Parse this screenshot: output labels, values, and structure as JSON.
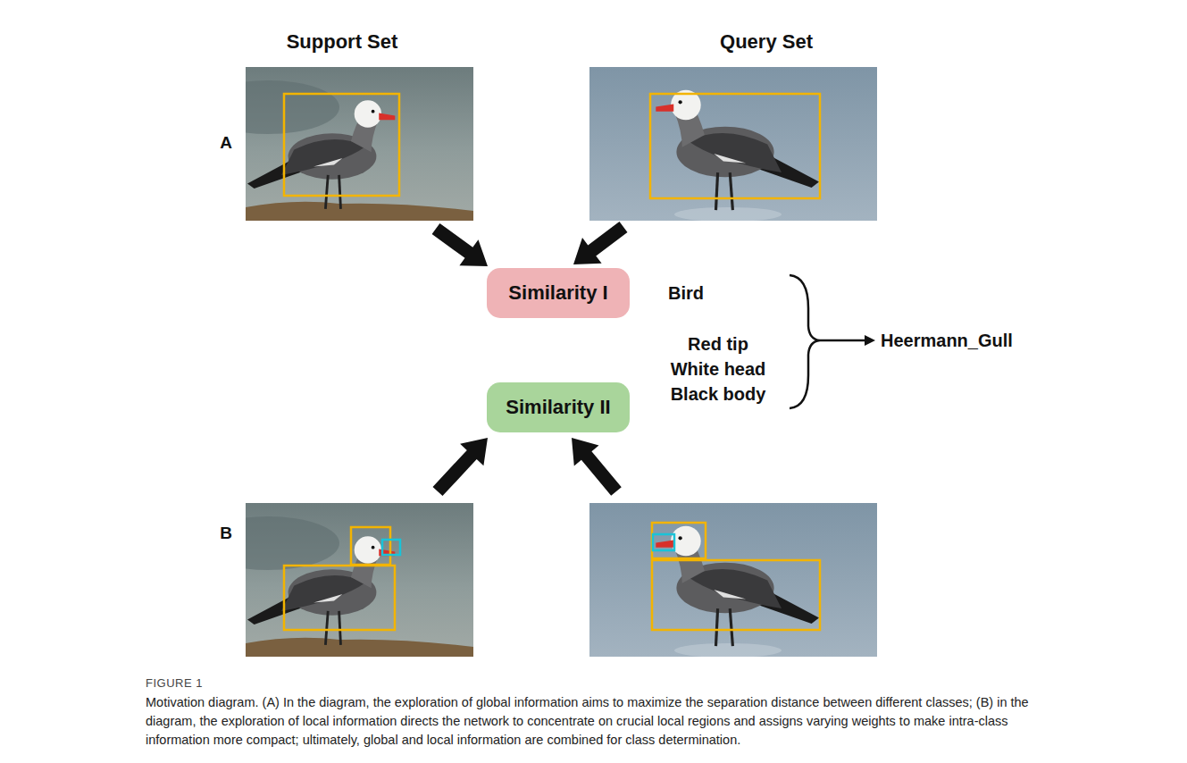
{
  "diagram": {
    "caption": "Motivation diagram. (A) In the diagram, the exploration of global information aims to maximize the separation distance between different classes; (B) in the diagram, the exploration of local information directs the network to concentrate on crucial local regions and assigns varying weights to make intra-class information more compact; ultimately, global and local information are combined for class determination.",
    "nodes": [
      {
        "text": [
          "Similarity I"
        ]
      },
      {
        "text": [
          "Similarity II"
        ]
      }
    ],
    "labels": [
      "Support Set",
      "Query Set",
      "A",
      "B",
      "Bird",
      "Red tip",
      "White head",
      "Black body",
      "Heermann_Gull",
      "FIGURE 1"
    ]
  }
}
